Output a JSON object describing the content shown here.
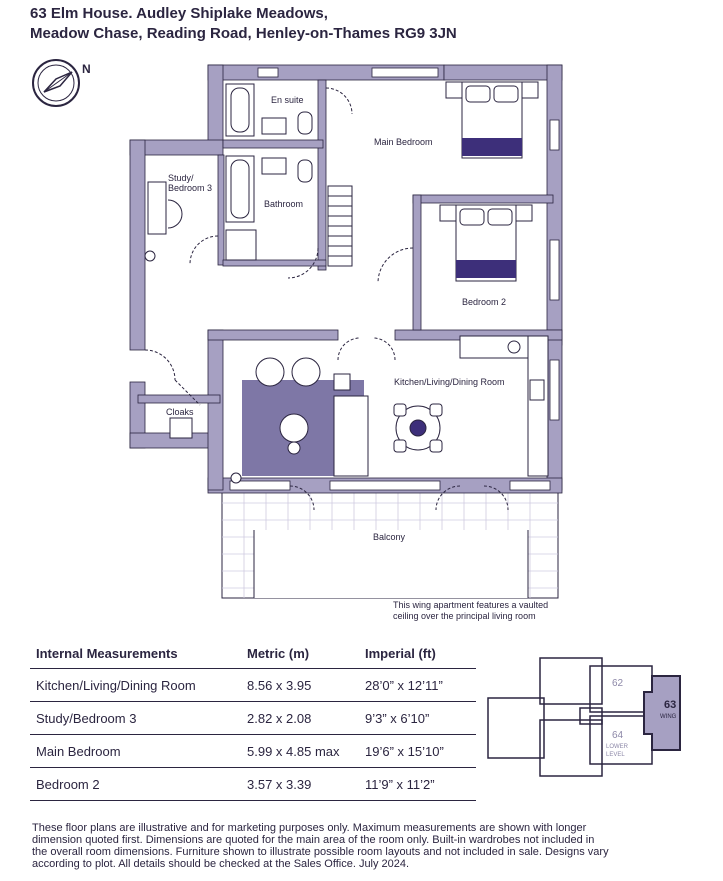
{
  "header": {
    "line1": "63 Elm House. Audley Shiplake Meadows,",
    "line2": "Meadow Chase, Reading Road, Henley-on-Thames RG9 3JN"
  },
  "compass": {
    "label": "N"
  },
  "rooms": {
    "en_suite": "En suite",
    "main_bedroom": "Main Bedroom",
    "study": "Study/",
    "study2": "Bedroom 3",
    "bathroom": "Bathroom",
    "bedroom2": "Bedroom 2",
    "kitchen": "Kitchen/Living/Dining Room",
    "cloaks": "Cloaks",
    "balcony": "Balcony"
  },
  "note": {
    "line1": "This wing apartment features a vaulted",
    "line2": "ceiling over the principal living room"
  },
  "measurements": {
    "headers": [
      "Internal Measurements",
      "Metric (m)",
      "Imperial (ft)"
    ],
    "rows": [
      [
        "Kitchen/Living/Dining Room",
        "8.56 x 3.95",
        "28’0” x 12’11”"
      ],
      [
        "Study/Bedroom 3",
        "2.82 x 2.08",
        "9’3” x 6’10”"
      ],
      [
        "Main Bedroom",
        "5.99 x 4.85 max",
        "19’6” x 15’10”"
      ],
      [
        "Bedroom 2",
        "3.57 x 3.39",
        "11’9” x 11’2”"
      ]
    ]
  },
  "key_plan": {
    "unit_62": "62",
    "unit_63": "63",
    "wing": "WING",
    "unit_64": "64",
    "lower": "LOWER",
    "level": "LEVEL"
  },
  "disclaimer": {
    "line1": "These floor plans are illustrative and for marketing purposes only. Maximum measurements are shown with longer",
    "line2": "dimension quoted first. Dimensions are quoted for the main area of the room only. Built-in wardrobes not included in",
    "line3": "the overall room dimensions. Furniture shown to illustrate possible room layouts and not included in sale. Designs vary",
    "line4": "according to plot. All details should be checked at the Sales Office. July 2024."
  },
  "colors": {
    "wall": "#a6a0c2",
    "ink": "#2b2540",
    "rug": "#7e77a6",
    "accent": "#3d2f7a"
  }
}
